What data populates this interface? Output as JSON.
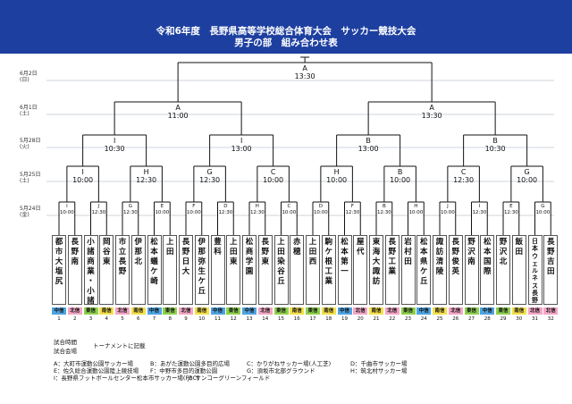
{
  "title_line1": "令和6年度　長野県高等学校総合体育大会　サッカー競技大会",
  "title_line2": "男子の部　組み合わせ表",
  "dates": [
    {
      "main": "6月2日",
      "day": "(日)"
    },
    {
      "main": "6月1日",
      "day": "(土)"
    },
    {
      "main": "5月28日",
      "day": "(火)"
    },
    {
      "main": "5月25日",
      "day": "(土)"
    },
    {
      "main": "5月24日",
      "day": "(金)"
    }
  ],
  "final": {
    "venue": "A",
    "time": "13:30"
  },
  "semis": [
    {
      "venue": "A",
      "time": "11:00"
    },
    {
      "venue": "A",
      "time": "13:30"
    }
  ],
  "quarters": [
    {
      "venue": "I",
      "time": "10:30"
    },
    {
      "venue": "I",
      "time": "13:00"
    },
    {
      "venue": "B",
      "time": "13:00"
    },
    {
      "venue": "B",
      "time": "10:30"
    }
  ],
  "r16": [
    {
      "venue": "I",
      "time": "10:00"
    },
    {
      "venue": "H",
      "time": "12:30"
    },
    {
      "venue": "G",
      "time": "12:30"
    },
    {
      "venue": "C",
      "time": "10:00"
    },
    {
      "venue": "H",
      "time": "10:00"
    },
    {
      "venue": "B",
      "time": "10:00"
    },
    {
      "venue": "C",
      "time": "12:30"
    },
    {
      "venue": "G",
      "time": "10:00"
    }
  ],
  "r32": [
    {
      "venue": "I",
      "time": "10:00"
    },
    {
      "venue": "J",
      "time": "12:30"
    },
    {
      "venue": "G",
      "time": "12:30"
    },
    {
      "venue": "E",
      "time": "10:00"
    },
    {
      "venue": "F",
      "time": "10:00"
    },
    {
      "venue": "D",
      "time": "12:30"
    },
    {
      "venue": "H",
      "time": "12:30"
    },
    {
      "venue": "C",
      "time": "10:00"
    },
    {
      "venue": "D",
      "time": "10:00"
    },
    {
      "venue": "F",
      "time": "12:30"
    },
    {
      "venue": "B",
      "time": "12:30"
    },
    {
      "venue": "H",
      "time": "10:00"
    },
    {
      "venue": "J",
      "time": "10:00"
    },
    {
      "venue": "I",
      "time": "12:30"
    },
    {
      "venue": "E",
      "time": "12:30"
    },
    {
      "venue": "G",
      "time": "10:00"
    }
  ],
  "teams": [
    {
      "num": "1",
      "name": "都市大塩尻",
      "region": "中信"
    },
    {
      "num": "2",
      "name": "長野南",
      "region": "北信"
    },
    {
      "num": "3",
      "name": "小諸商業・小諸",
      "region": "東信"
    },
    {
      "num": "4",
      "name": "岡谷東",
      "region": "南信"
    },
    {
      "num": "5",
      "name": "市立長野",
      "region": "北信"
    },
    {
      "num": "6",
      "name": "伊那北",
      "region": "南信"
    },
    {
      "num": "7",
      "name": "松本蟻ケ崎",
      "region": "中信"
    },
    {
      "num": "8",
      "name": "上田",
      "region": "東信"
    },
    {
      "num": "9",
      "name": "長野日大",
      "region": "北信"
    },
    {
      "num": "10",
      "name": "伊那弥生ケ丘",
      "region": "南信"
    },
    {
      "num": "11",
      "name": "豊科",
      "region": "中信"
    },
    {
      "num": "12",
      "name": "上田東",
      "region": "東信"
    },
    {
      "num": "13",
      "name": "松商学園",
      "region": "中信"
    },
    {
      "num": "14",
      "name": "長野東",
      "region": "北信"
    },
    {
      "num": "15",
      "name": "上田染谷丘",
      "region": "東信"
    },
    {
      "num": "16",
      "name": "赤穂",
      "region": "南信"
    },
    {
      "num": "17",
      "name": "上田西",
      "region": "東信"
    },
    {
      "num": "18",
      "name": "駒ケ根工業",
      "region": "南信"
    },
    {
      "num": "19",
      "name": "松本第一",
      "region": "中信"
    },
    {
      "num": "20",
      "name": "屋代",
      "region": "北信"
    },
    {
      "num": "21",
      "name": "東海大諏訪",
      "region": "南信"
    },
    {
      "num": "22",
      "name": "長野工業",
      "region": "北信"
    },
    {
      "num": "23",
      "name": "岩村田",
      "region": "東信"
    },
    {
      "num": "24",
      "name": "松本県ケ丘",
      "region": "中信"
    },
    {
      "num": "25",
      "name": "諏訪清陵",
      "region": "南信"
    },
    {
      "num": "26",
      "name": "長野俊英",
      "region": "北信"
    },
    {
      "num": "27",
      "name": "野沢南",
      "region": "東信"
    },
    {
      "num": "28",
      "name": "松本国際",
      "region": "中信"
    },
    {
      "num": "29",
      "name": "野沢北",
      "region": "東信"
    },
    {
      "num": "30",
      "name": "飯田",
      "region": "南信"
    },
    {
      "num": "31",
      "name": "日本ウェルネス長野",
      "region": "北信"
    },
    {
      "num": "32",
      "name": "長野吉田",
      "region": "北信"
    }
  ],
  "region_colors": {
    "中信": "#4fa3e0",
    "北信": "#f2a6c4",
    "東信": "#8fd14f",
    "南信": "#f5e04a"
  },
  "notes": {
    "match_time": "試合時間",
    "match_time_value": "トーナメントに記載",
    "venues_heading": "試合会場"
  },
  "venues": [
    "A：大町市運動公園サッカー場",
    "B：あがた運動公園多目的広場",
    "C：かりがねサッカー場(人工芝)",
    "D：千曲市サッカー場",
    "E：佐久総合運動公園陸上競技場",
    "F：中野市多目的運動公園",
    "G：須坂市北部グラウンド",
    "H：筑北村サッカー場",
    "I：長野県フットボールセンター松本市サッカー場(FBC)",
    "J：サンコーグリーンフィールド"
  ]
}
